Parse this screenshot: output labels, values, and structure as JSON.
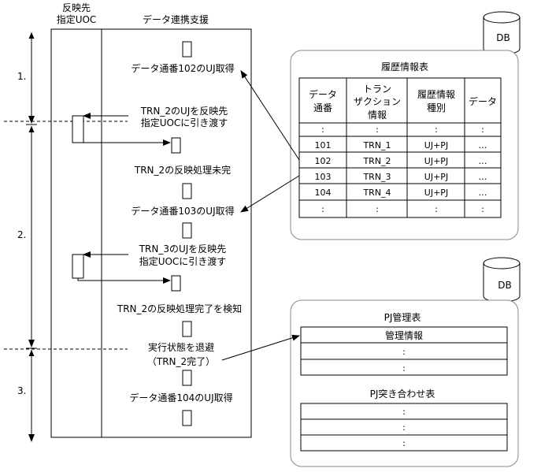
{
  "headers": {
    "uoc_line1": "反映先",
    "uoc_line2": "指定UOC",
    "support": "データ連携支援"
  },
  "phases": [
    "1.",
    "2.",
    "3."
  ],
  "steps": {
    "get102": "データ通番102のUJ取得",
    "pass_trn2_line1": "TRN_2のUJを反映先",
    "pass_trn2_line2": "指定UOCに引き渡す",
    "trn2_incomplete": "TRN_2の反映処理未完",
    "get103": "データ通番103のUJ取得",
    "pass_trn3_line1": "TRN_3のUJを反映先",
    "pass_trn3_line2": "指定UOCに引き渡す",
    "trn2_detect": "TRN_2の反映処理完了を検知",
    "save_line1": "実行状態を退避",
    "save_line2": "（TRN_2完了）",
    "get104": "データ通番104のUJ取得"
  },
  "db_label": "DB",
  "history_table": {
    "title": "履歴情報表",
    "headers": {
      "col1_line1": "データ",
      "col1_line2": "通番",
      "col2_line1": "トラン",
      "col2_line2": "ザクション",
      "col2_line3": "情報",
      "col3_line1": "履歴情報",
      "col3_line2": "種別",
      "col4": "データ"
    },
    "rows": [
      [
        ":",
        ":",
        ":",
        ":"
      ],
      [
        "101",
        "TRN_1",
        "UJ+PJ",
        "…"
      ],
      [
        "102",
        "TRN_2",
        "UJ+PJ",
        "…"
      ],
      [
        "103",
        "TRN_3",
        "UJ+PJ",
        "…"
      ],
      [
        "104",
        "TRN_4",
        "UJ+PJ",
        "…"
      ],
      [
        ":",
        ":",
        ":",
        ":"
      ]
    ]
  },
  "pj_table": {
    "title": "PJ管理表",
    "rows": [
      "管理情報",
      ":",
      ":"
    ]
  },
  "pj_match_table": {
    "title": "PJ突き合わせ表",
    "rows": [
      ":",
      ":",
      ":"
    ]
  }
}
